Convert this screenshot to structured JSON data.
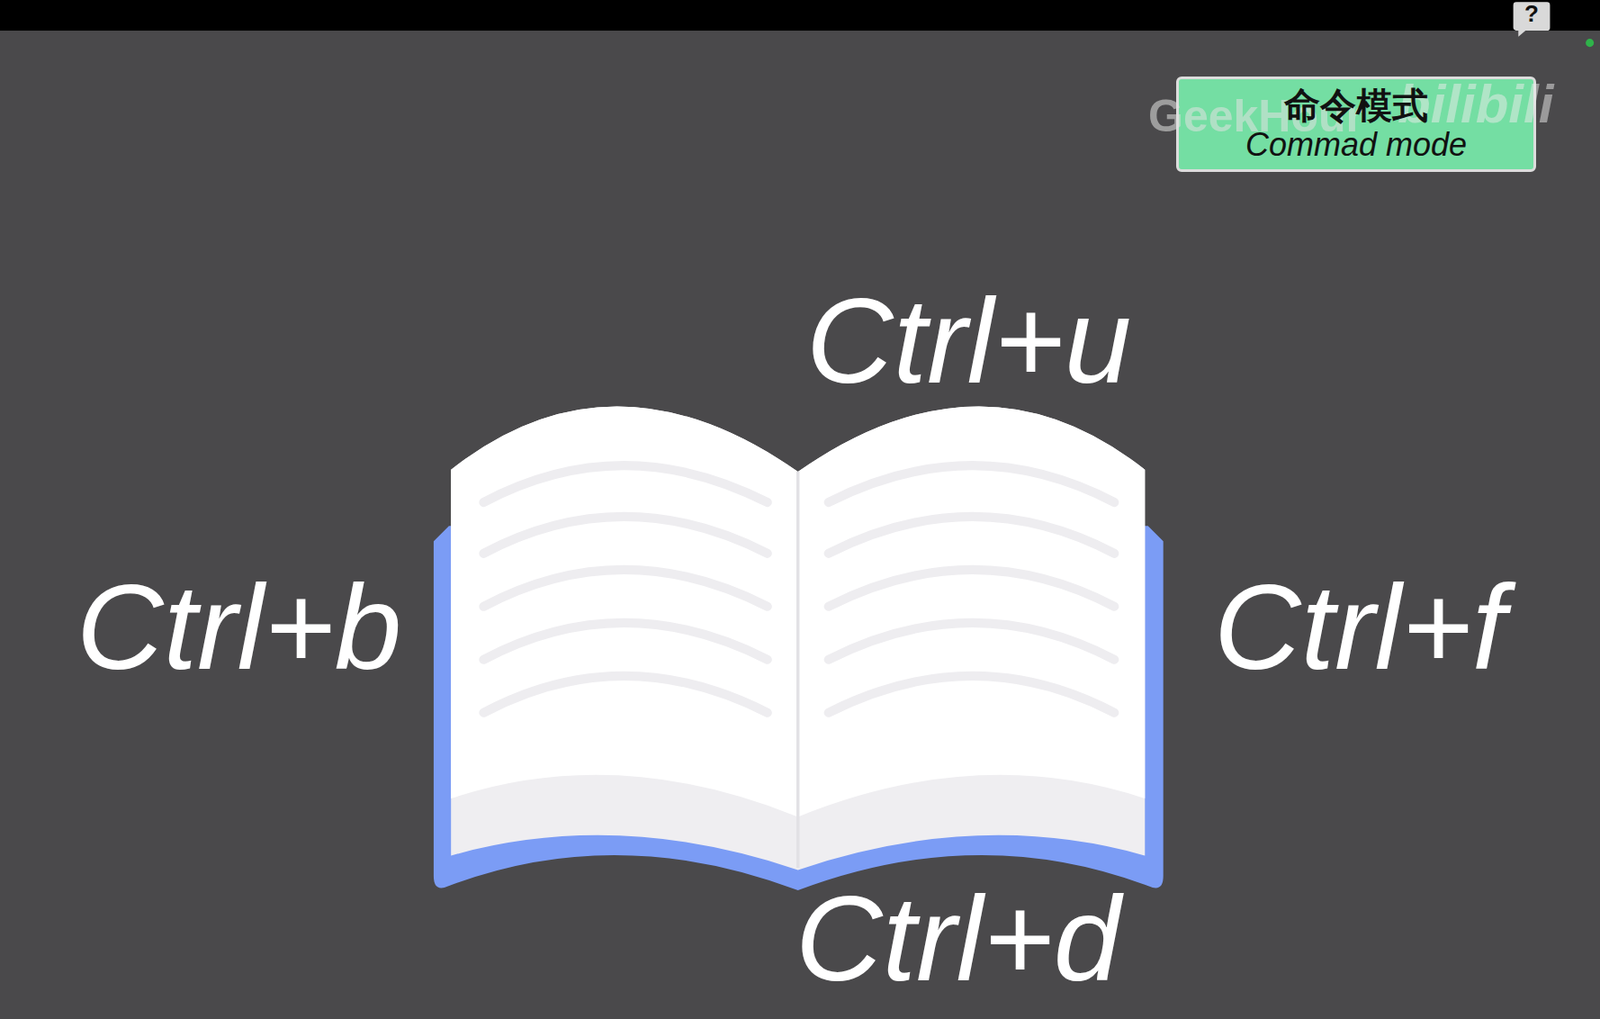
{
  "diagram": {
    "nodes": [
      {
        "text": [
          "命令模式",
          "Commad mode"
        ]
      }
    ],
    "labels": [
      "?",
      "GeekHour",
      "bilibili",
      "Ctrl+u",
      "Ctrl+b",
      "Ctrl+f",
      "Ctrl+d"
    ]
  }
}
